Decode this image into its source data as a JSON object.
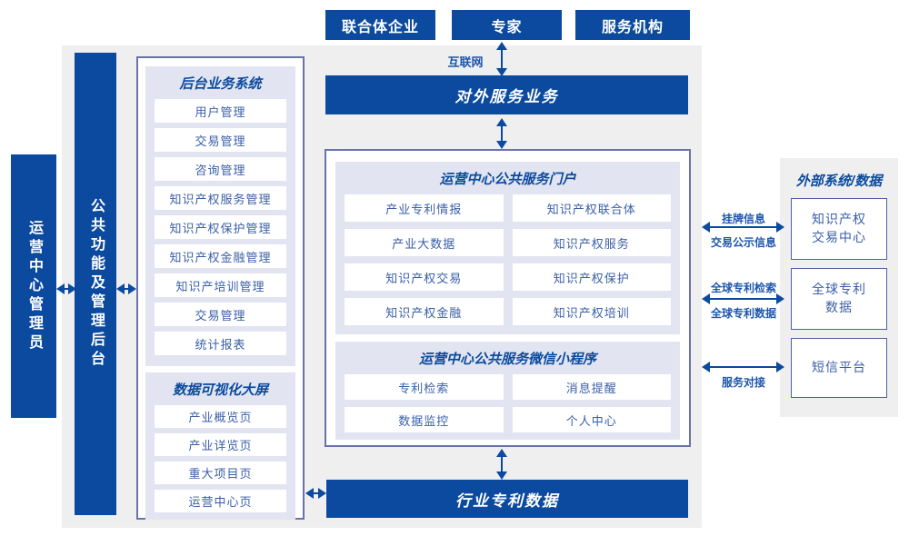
{
  "colors": {
    "primary": "#0b4a9e",
    "panel_bg": "#e2e5f1",
    "border": "#6872ac",
    "text_blue": "#3a5fa8",
    "label_blue": "#1d56ad",
    "bg_gray": "#efefef"
  },
  "top_actors": [
    "联合体企业",
    "专家",
    "服务机构"
  ],
  "internet_label": "互联网",
  "external_service_bar": "对外服务业务",
  "industry_data_bar": "行业专利数据",
  "left_bars": {
    "admin": "运营中心管理员",
    "backend": "公共功能及管理后台"
  },
  "backend_panel": {
    "title": "后台业务系统",
    "items": [
      "用户管理",
      "交易管理",
      "咨询管理",
      "知识产权服务管理",
      "知识产权保护管理",
      "知识产权金融管理",
      "知识产培训管理",
      "交易管理",
      "统计报表"
    ]
  },
  "dashboard_panel": {
    "title": "数据可视化大屏",
    "items": [
      "产业概览页",
      "产业详览页",
      "重大项目页",
      "运营中心页"
    ]
  },
  "portal": {
    "title": "运营中心公共服务门户",
    "items": [
      "产业专利情报",
      "知识产权联合体",
      "产业大数据",
      "知识产权服务",
      "知识产权交易",
      "知识产权保护",
      "知识产权金融",
      "知识产权培训"
    ]
  },
  "miniprogram": {
    "title": "运营中心公共服务微信小程序",
    "items": [
      "专利检索",
      "消息提醒",
      "数据监控",
      "个人中心"
    ]
  },
  "external": {
    "title": "外部系统/数据",
    "boxes": [
      {
        "lines": [
          "知识产权",
          "交易中心"
        ]
      },
      {
        "lines": [
          "全球专利",
          "数据"
        ]
      },
      {
        "lines": [
          "短信平台"
        ]
      }
    ]
  },
  "link_labels": {
    "listing_top": "挂牌信息",
    "listing_bottom": "交易公示信息",
    "patent_top": "全球专利检索",
    "patent_bottom": "全球专利数据",
    "service_bottom": "服务对接"
  }
}
